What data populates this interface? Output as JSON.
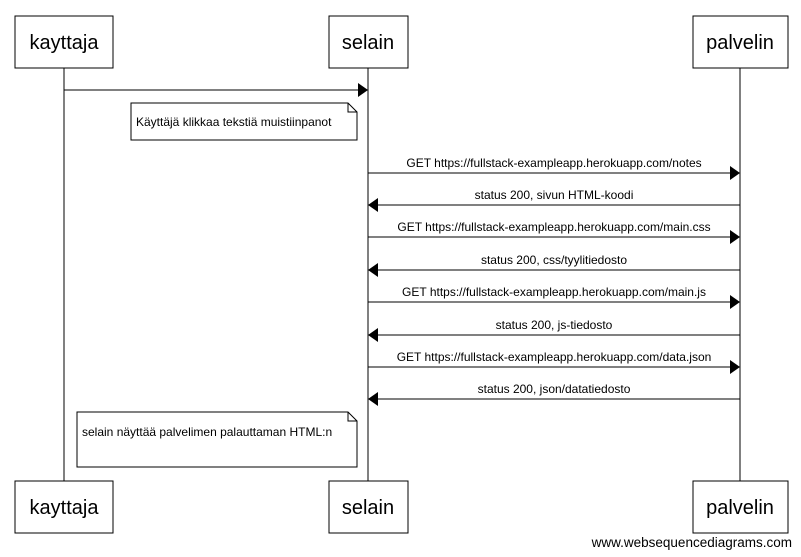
{
  "participants": [
    {
      "id": "kayttaja",
      "label": "kayttaja"
    },
    {
      "id": "selain",
      "label": "selain"
    },
    {
      "id": "palvelin",
      "label": "palvelin"
    }
  ],
  "messages": [
    {
      "from": "kayttaja",
      "to": "selain",
      "label": ""
    },
    {
      "from": "selain",
      "to": "palvelin",
      "label": "GET https://fullstack-exampleapp.herokuapp.com/notes"
    },
    {
      "from": "palvelin",
      "to": "selain",
      "label": "status 200, sivun HTML-koodi"
    },
    {
      "from": "selain",
      "to": "palvelin",
      "label": "GET https://fullstack-exampleapp.herokuapp.com/main.css"
    },
    {
      "from": "palvelin",
      "to": "selain",
      "label": "status 200, css/tyylitiedosto"
    },
    {
      "from": "selain",
      "to": "palvelin",
      "label": "GET https://fullstack-exampleapp.herokuapp.com/main.js"
    },
    {
      "from": "palvelin",
      "to": "selain",
      "label": "status 200, js-tiedosto"
    },
    {
      "from": "selain",
      "to": "palvelin",
      "label": "GET https://fullstack-exampleapp.herokuapp.com/data.json"
    },
    {
      "from": "palvelin",
      "to": "selain",
      "label": "status 200, json/datatiedosto"
    }
  ],
  "notes": [
    {
      "text": "Käyttäjä klikkaa tekstiä muistiinpanot"
    },
    {
      "text": "selain näyttää palvelimen palauttaman HTML:n"
    }
  ],
  "watermark": "www.websequencediagrams.com"
}
